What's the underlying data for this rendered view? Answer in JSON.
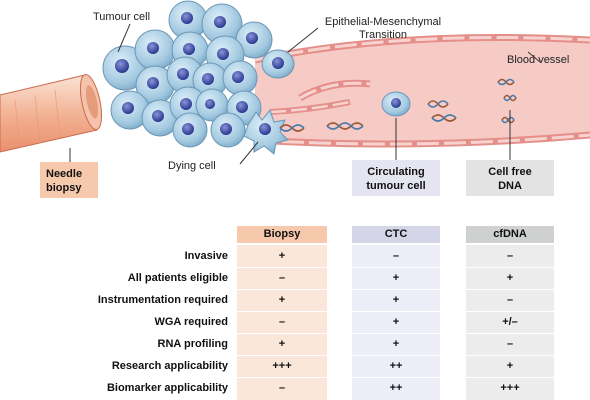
{
  "labels": {
    "tumour_cell": "Tumour cell",
    "emt": "Epithelial-Mesenchymal\nTransition",
    "blood_vessel": "Blood vessel",
    "dying_cell": "Dying cell",
    "needle_biopsy": "Needle\nbiopsy",
    "ctc": "Circulating\ntumour cell",
    "cfdna": "Cell free\nDNA"
  },
  "table": {
    "columns": [
      "Biopsy",
      "CTC",
      "cfDNA"
    ],
    "rows": [
      {
        "label": "Invasive",
        "values": [
          "+",
          "–",
          "–"
        ]
      },
      {
        "label": "All patients eligible",
        "values": [
          "–",
          "+",
          "+"
        ]
      },
      {
        "label": "Instrumentation required",
        "values": [
          "+",
          "+",
          "–"
        ]
      },
      {
        "label": "WGA required",
        "values": [
          "–",
          "+",
          "+/–"
        ]
      },
      {
        "label": "RNA profiling",
        "values": [
          "+",
          "+",
          "–"
        ]
      },
      {
        "label": "Research applicability",
        "values": [
          "+++",
          "++",
          "+"
        ]
      },
      {
        "label": "Biomarker applicability",
        "values": [
          "–",
          "++",
          "+++"
        ]
      }
    ]
  },
  "colors": {
    "biopsy": "#f6c9ad",
    "ctc": "#d4d6e8",
    "cfdna": "#cfd1d1",
    "tumour_cell": "#a9cde3",
    "nucleus": "#3a4a9a",
    "vessel": "#f2b8b3"
  }
}
